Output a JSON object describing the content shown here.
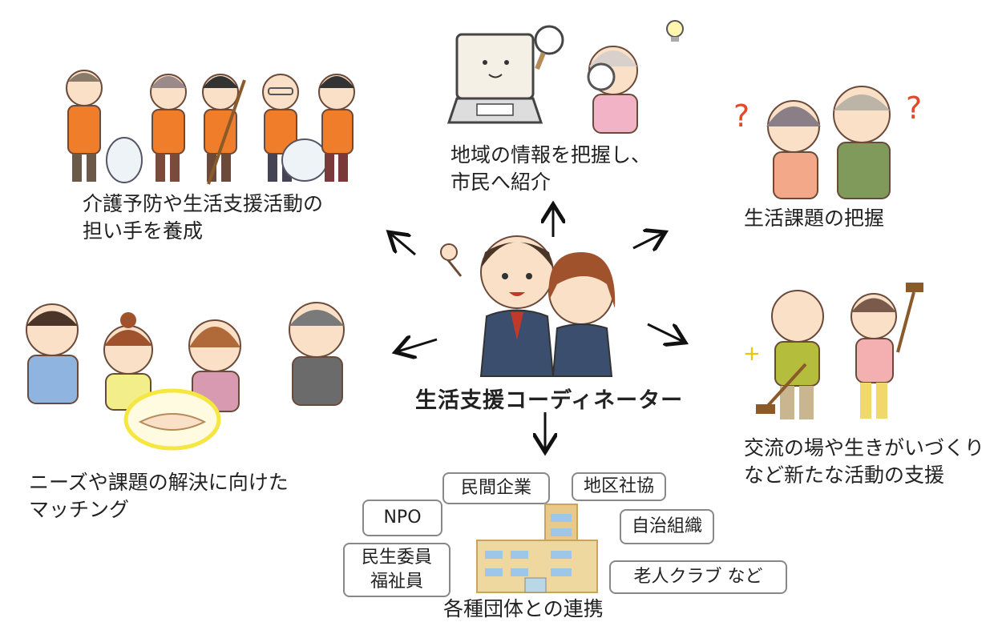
{
  "center": {
    "title": "生活支援コーディネーター"
  },
  "roles": [
    {
      "key": "training",
      "text": "介護予防や生活支援活動の\n担い手を養成"
    },
    {
      "key": "info",
      "text": "地域の情報を把握し、\n市民へ紹介"
    },
    {
      "key": "issues",
      "text": "生活課題の把握"
    },
    {
      "key": "activities",
      "text": "交流の場や生きがいづくり\nなど新たな活動の支援"
    },
    {
      "key": "matching",
      "text": "ニーズや課題の解決に向けた\nマッチング"
    }
  ],
  "network": {
    "caption": "各種団体との連携",
    "orgs": [
      "民間企業",
      "地区社協",
      "NPO",
      "自治組織",
      "民生委員\n福祉員",
      "老人クラブ など"
    ]
  },
  "colors": {
    "vest": "#f07d2a",
    "skin": "#fbe0c8",
    "suit": "#3c4e6e",
    "hair_dark": "#4a3528",
    "hair_brown": "#a0522d",
    "box_border": "#888888",
    "building": "#e8c98a",
    "ring": "#f5e642"
  },
  "icons": [
    "laptop-icon",
    "magnifier-icon",
    "lightbulb-icon",
    "question-icon",
    "handshake-icon",
    "building-icon",
    "gateball-mallet-icon"
  ]
}
